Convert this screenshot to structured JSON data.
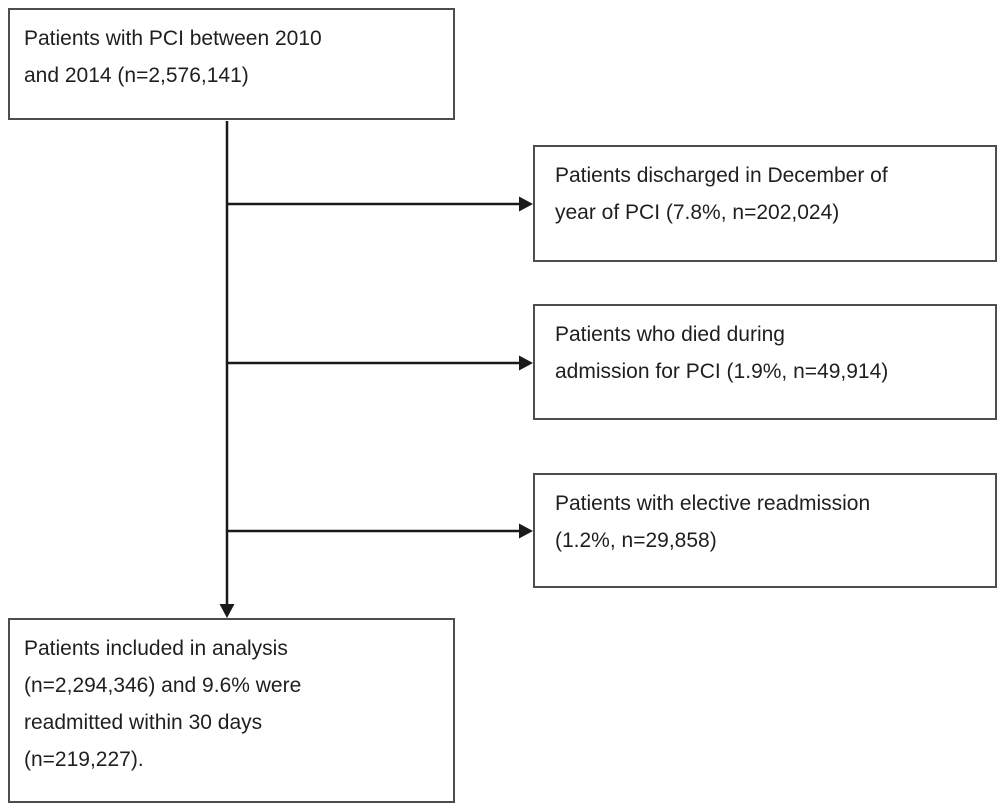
{
  "diagram": {
    "type": "flowchart",
    "boxes": {
      "source": {
        "id": "source-box",
        "lines": [
          "Patients with PCI between 2010",
          "and 2014 (n=2,576,141)"
        ]
      },
      "excl1": {
        "id": "exclusion-box-1",
        "lines": [
          "Patients discharged in December of",
          "year of PCI (7.8%, n=202,024)"
        ]
      },
      "excl2": {
        "id": "exclusion-box-2",
        "lines": [
          "Patients who died during",
          "admission for PCI (1.9%, n=49,914)"
        ]
      },
      "excl3": {
        "id": "exclusion-box-3",
        "lines": [
          "Patients with elective readmission",
          "(1.2%, n=29,858)"
        ]
      },
      "final": {
        "id": "final-box",
        "lines": [
          "Patients included in analysis",
          "(n=2,294,346) and 9.6% were",
          "readmitted within 30 days",
          "(n=219,227)."
        ]
      }
    },
    "edges": [
      {
        "from": "source-box",
        "to": "exclusion-box-1",
        "style": "arrow"
      },
      {
        "from": "source-box",
        "to": "exclusion-box-2",
        "style": "arrow"
      },
      {
        "from": "source-box",
        "to": "exclusion-box-3",
        "style": "arrow"
      },
      {
        "from": "source-box",
        "to": "final-box",
        "style": "arrow"
      }
    ],
    "colors": {
      "background": "#ffffff",
      "box_border": "#4d4d4d",
      "text": "#1f1f1f",
      "arrow": "#1a1a1a"
    }
  }
}
